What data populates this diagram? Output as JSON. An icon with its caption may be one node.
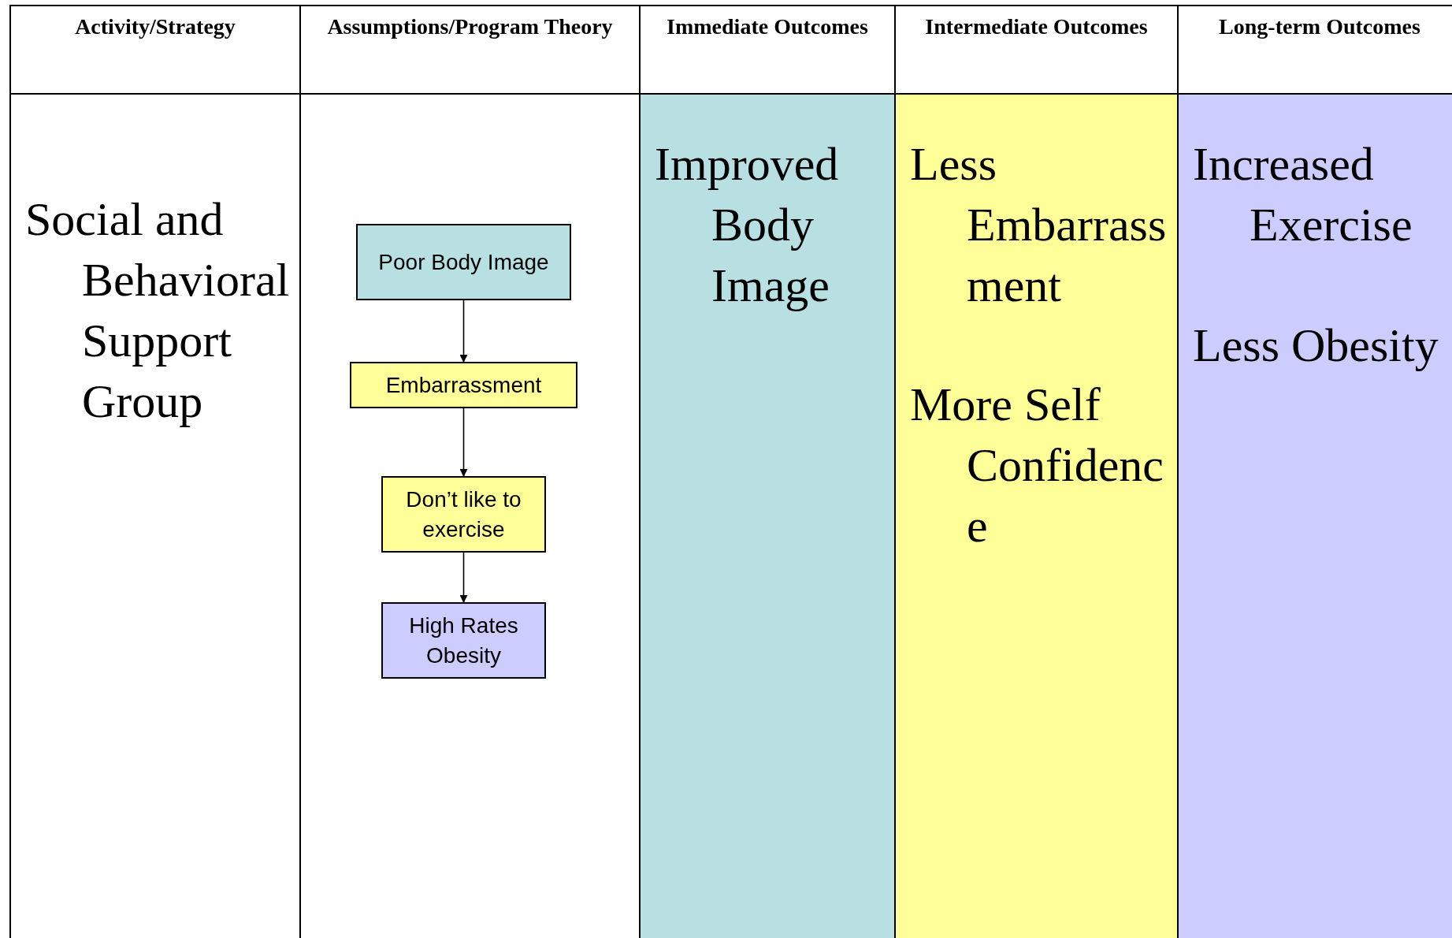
{
  "diagram": {
    "nodes": [
      {
        "text": [
          "Activity/Strategy",
          "Social and Behavioral Support Group"
        ]
      },
      {
        "text": [
          "Assumptions/Program Theory"
        ]
      },
      {
        "text": [
          "Poor Body Image"
        ],
        "in": 1
      },
      {
        "text": [
          "Embarrassment"
        ],
        "in": 1
      },
      {
        "text": [
          "Don’t like to exercise"
        ],
        "in": 1
      },
      {
        "text": [
          "High Rates Obesity"
        ],
        "in": 1
      },
      {
        "text": [
          "Immediate Outcomes",
          "Improved Body Image"
        ]
      },
      {
        "text": [
          "Intermediate Outcomes",
          "Less Embarrassment",
          "More Self Confidence"
        ]
      },
      {
        "text": [
          "Long-term Outcomes",
          "Increased Exercise",
          "Less Obesity"
        ]
      }
    ],
    "edges": [
      {
        "from": 2,
        "to": 3,
        "arrow": "to"
      },
      {
        "from": 3,
        "to": 4,
        "arrow": "to"
      },
      {
        "from": 4,
        "to": 5,
        "arrow": "to"
      }
    ]
  }
}
